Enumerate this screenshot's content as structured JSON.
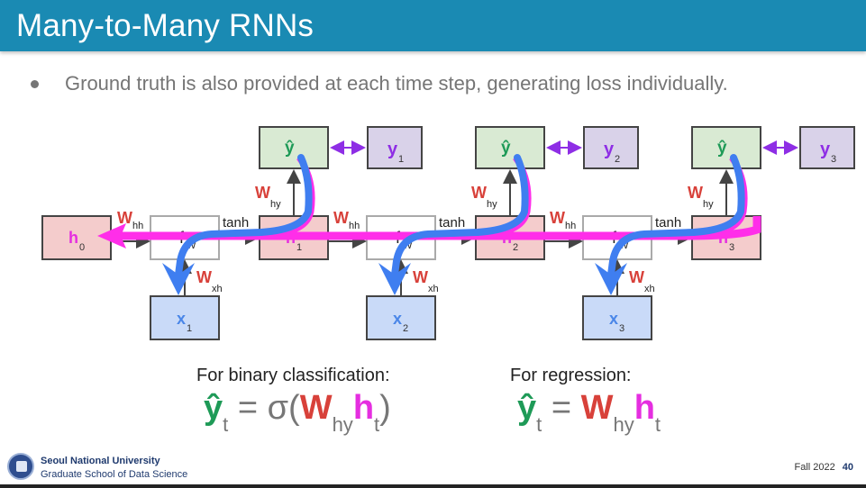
{
  "title": "Many-to-Many RNNs",
  "bullet": "Ground truth is also provided at each time step, generating loss individually.",
  "diagram": {
    "h0": {
      "main": "h",
      "sub": "0"
    },
    "steps": [
      {
        "x": {
          "main": "x",
          "sub": "1"
        },
        "h": {
          "main": "h",
          "sub": "1"
        },
        "yhat": "ŷ",
        "y": {
          "main": "y",
          "sub": "1"
        }
      },
      {
        "x": {
          "main": "x",
          "sub": "2"
        },
        "h": {
          "main": "h",
          "sub": "2"
        },
        "yhat": "ŷ",
        "y": {
          "main": "y",
          "sub": "2"
        }
      },
      {
        "x": {
          "main": "x",
          "sub": "3"
        },
        "h": {
          "main": "h",
          "sub": "3"
        },
        "yhat": "ŷ",
        "y": {
          "main": "y",
          "sub": "3"
        }
      }
    ],
    "fw_label": {
      "main": "f",
      "sub": "W"
    },
    "tanh_label": "tanh",
    "w_hh": {
      "main": "W",
      "sub": "hh"
    },
    "w_hy": {
      "main": "W",
      "sub": "hy"
    },
    "w_xh": {
      "main": "W",
      "sub": "xh"
    },
    "colors": {
      "h_box": "#f4cccc",
      "x_box": "#c9daf8",
      "yhat_box": "#d9ead3",
      "y_box": "#d9d2e9",
      "weight_label": "#d8413a",
      "h_text": "#e52ee0",
      "x_text": "#4a86e8",
      "yhat_text": "#1e9a57",
      "y_text": "#8e2ee5",
      "backprop_magenta": "#ff2ee9",
      "backprop_blue": "#3f7ef0"
    }
  },
  "classification": {
    "caption": "For binary classification:",
    "yhat": "ŷ",
    "yhat_sub": "t",
    "eq": " = σ(",
    "W": "W",
    "W_sub": "hy",
    "h": "h",
    "h_sub": "t",
    "close": ")"
  },
  "regression": {
    "caption": "For regression:",
    "yhat": "ŷ",
    "yhat_sub": "t",
    "eq": " = ",
    "W": "W",
    "W_sub": "hy",
    "h": "h",
    "h_sub": "t"
  },
  "footer": {
    "university": "Seoul National University",
    "school": "Graduate School of Data Science",
    "term": "Fall 2022",
    "page": "40"
  }
}
